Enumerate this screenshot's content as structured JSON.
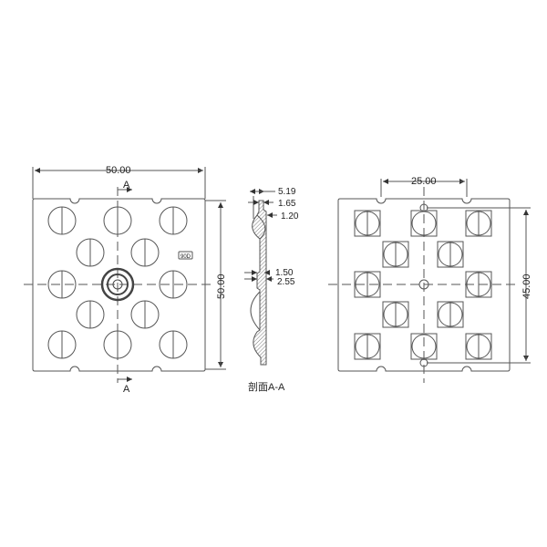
{
  "drawing": {
    "front_view": {
      "width_dim": "50.00",
      "height_dim": "50.00",
      "section_marker_top": "A",
      "section_marker_bottom": "A",
      "tag": "90D"
    },
    "section_view": {
      "title": "剖面A-A",
      "dims": [
        "5.19",
        "1.65",
        "1.20",
        "1.50",
        "2.55"
      ]
    },
    "back_view": {
      "hole_spacing_dim": "25.00",
      "hole_vertical_dim": "45.00"
    }
  },
  "colors": {
    "line": "#444444",
    "hatch": "#777777",
    "background": "#ffffff"
  }
}
